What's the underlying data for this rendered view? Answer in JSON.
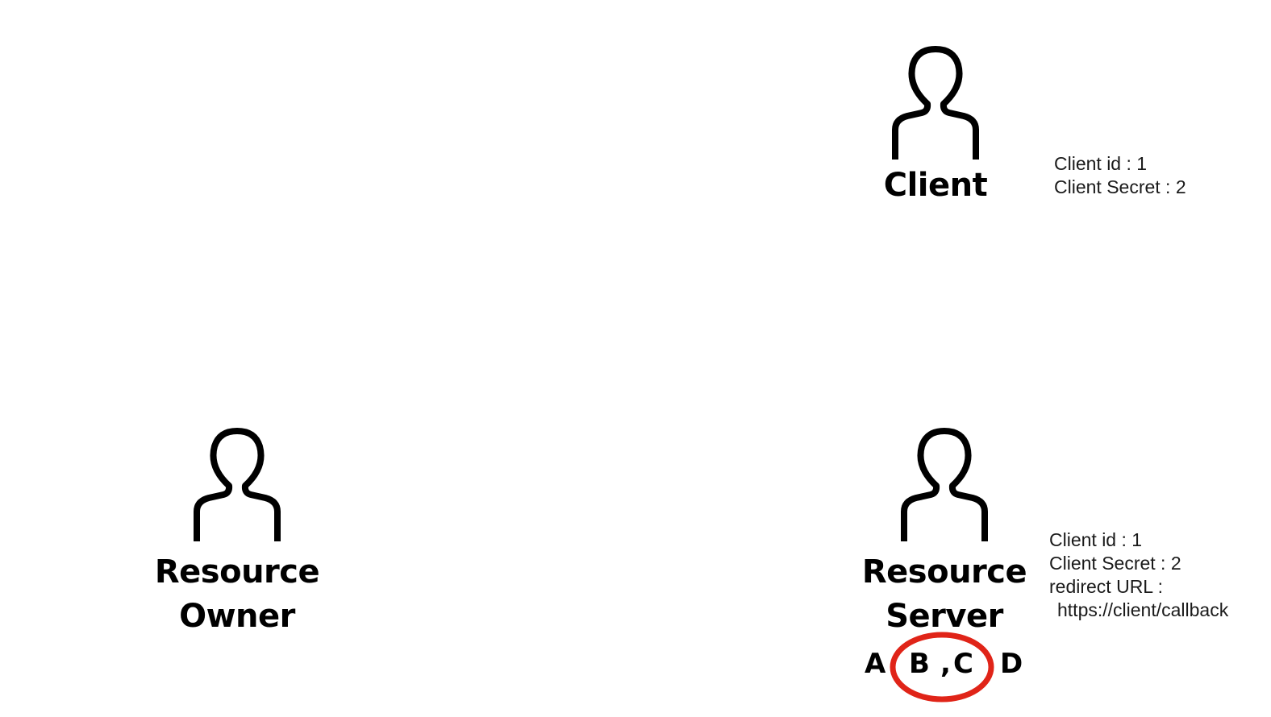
{
  "actors": {
    "client": {
      "label": "Client"
    },
    "resource_owner": {
      "line1": "Resource",
      "line2": "Owner"
    },
    "resource_server": {
      "line1": "Resource",
      "line2": "Server"
    }
  },
  "client_registration": {
    "client_id": "Client id : 1",
    "client_secret": "Client Secret : 2"
  },
  "server_registration": {
    "client_id": "Client id : 1",
    "client_secret": "Client Secret : 2",
    "redirect_label": "redirect URL :",
    "redirect_url": "https://client/callback"
  },
  "flow_steps": {
    "a": "A",
    "b": "B",
    "separator": ",",
    "c": "C",
    "d": "D",
    "highlighted": [
      "B",
      "C"
    ],
    "highlight_color": "#e02418"
  },
  "colors": {
    "background": "#ffffff",
    "foreground": "#000000"
  },
  "icons": {
    "actor_icon": "person-icon",
    "highlight": "highlight-ring"
  }
}
